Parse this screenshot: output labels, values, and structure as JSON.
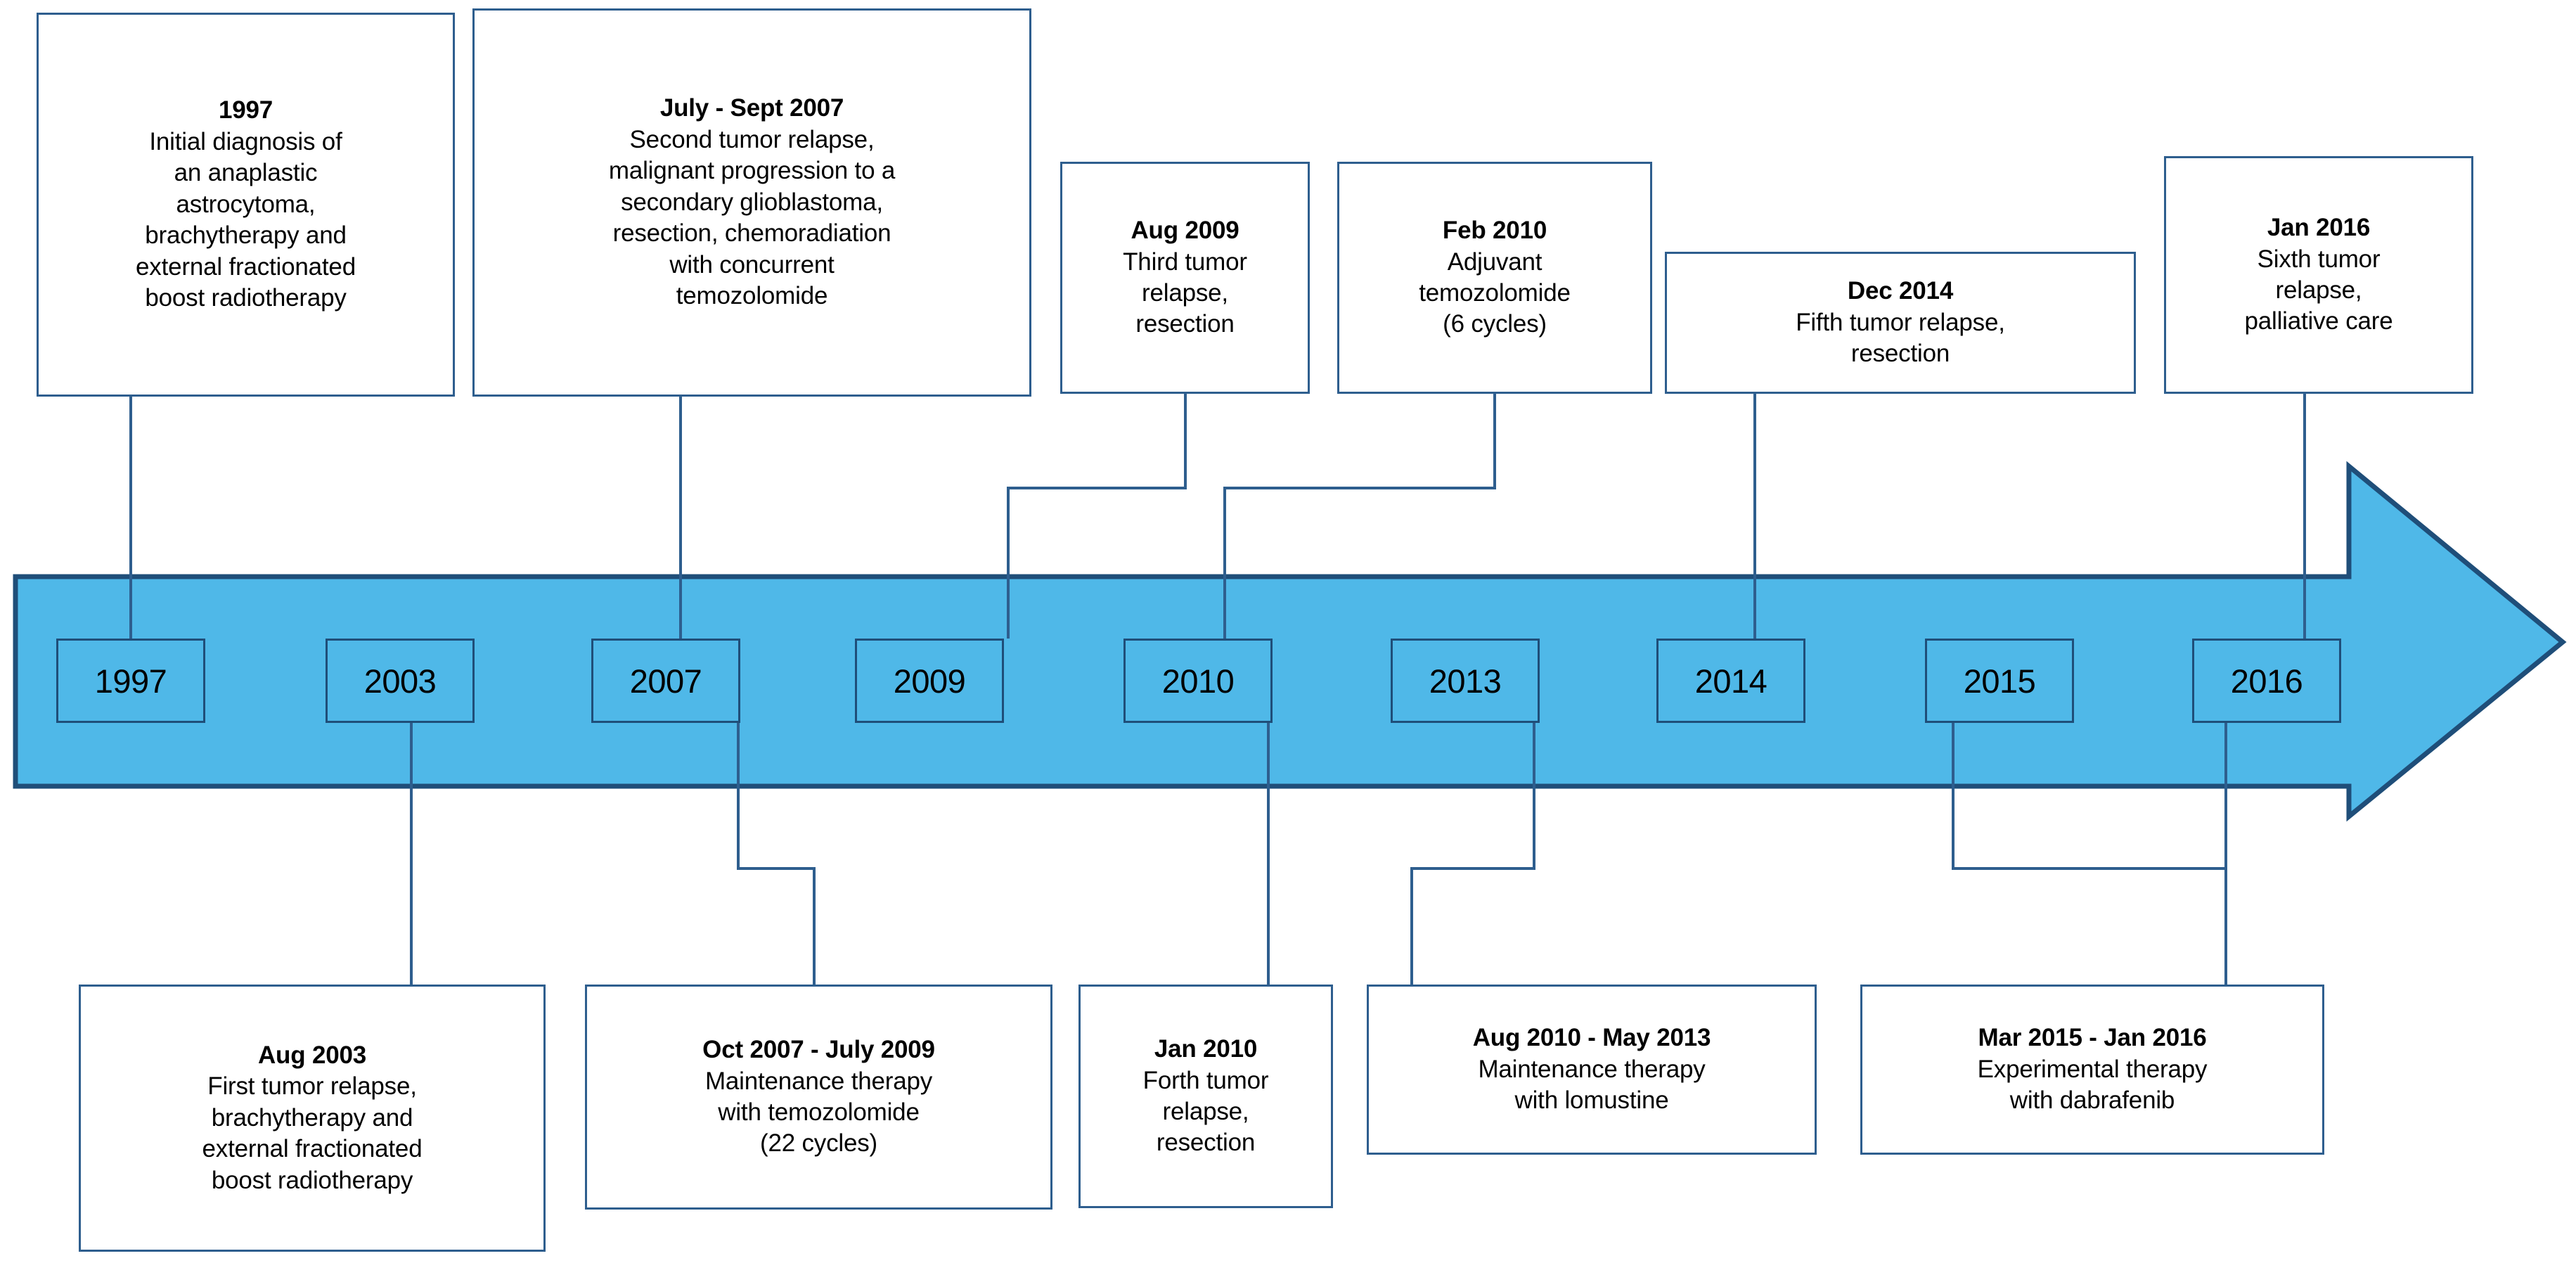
{
  "diagram": {
    "type": "clinical-timeline",
    "colors": {
      "arrow_fill": "#4FB8E8",
      "arrow_border": "#1F4E79",
      "box_border": "#2E5E8E",
      "box_fill": "#FFFFFF",
      "text": "#000000",
      "connector": "#2E5E8E"
    }
  },
  "timeline": {
    "years": [
      {
        "label": "1997"
      },
      {
        "label": "2003"
      },
      {
        "label": "2007"
      },
      {
        "label": "2009"
      },
      {
        "label": "2010"
      },
      {
        "label": "2013"
      },
      {
        "label": "2014"
      },
      {
        "label": "2015"
      },
      {
        "label": "2016"
      }
    ]
  },
  "events_above": [
    {
      "title": "1997",
      "lines": [
        "Initial diagnosis of",
        "an anaplastic",
        "astrocytoma,",
        "brachytherapy and",
        "external fractionated",
        "boost radiotherapy"
      ]
    },
    {
      "title": "July - Sept 2007",
      "lines": [
        "Second tumor relapse,",
        "malignant progression to a",
        "secondary glioblastoma,",
        "resection, chemoradiation",
        "with concurrent",
        "temozolomide"
      ]
    },
    {
      "title": "Aug 2009",
      "lines": [
        "Third tumor",
        "relapse,",
        "resection"
      ]
    },
    {
      "title": "Feb 2010",
      "lines": [
        "Adjuvant",
        "temozolomide",
        "(6 cycles)"
      ]
    },
    {
      "title": "Dec 2014",
      "lines": [
        "Fifth tumor relapse,",
        "resection"
      ]
    },
    {
      "title": "Jan 2016",
      "lines": [
        "Sixth tumor",
        "relapse,",
        "palliative care"
      ]
    }
  ],
  "events_below": [
    {
      "title": "Aug 2003",
      "lines": [
        "First tumor relapse,",
        "brachytherapy and",
        "external fractionated",
        "boost radiotherapy"
      ]
    },
    {
      "title": "Oct 2007 - July 2009",
      "lines": [
        "Maintenance therapy",
        "with temozolomide",
        "(22 cycles)"
      ]
    },
    {
      "title": "Jan 2010",
      "lines": [
        "Forth tumor",
        "relapse,",
        "resection"
      ]
    },
    {
      "title": "Aug 2010 - May 2013",
      "lines": [
        "Maintenance therapy",
        "with lomustine"
      ]
    },
    {
      "title": "Mar 2015 - Jan 2016",
      "lines": [
        "Experimental therapy",
        "with dabrafenib"
      ]
    }
  ]
}
